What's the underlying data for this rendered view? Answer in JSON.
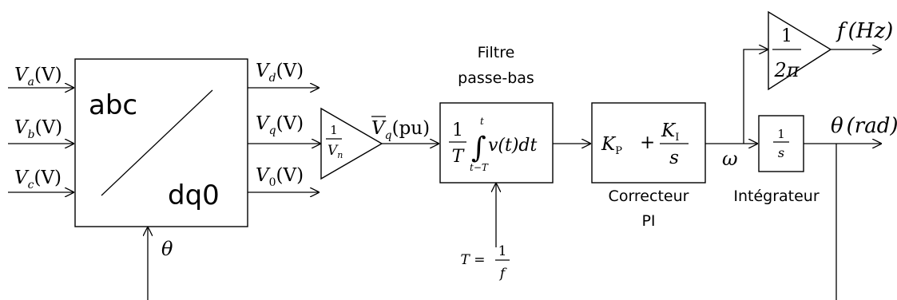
{
  "inputs": {
    "va": {
      "main": "V",
      "sub": "a",
      "unit": "(V)"
    },
    "vb": {
      "main": "V",
      "sub": "b",
      "unit": "(V)"
    },
    "vc": {
      "main": "V",
      "sub": "c",
      "unit": "(V)"
    }
  },
  "park_block": {
    "top_label": "abc",
    "bottom_label": "dq0"
  },
  "theta_in": "θ",
  "outputs": {
    "vd": {
      "main": "V",
      "sub": "d",
      "unit": "(V)"
    },
    "vq": {
      "main": "V",
      "sub": "q",
      "unit": "(V)"
    },
    "v0": {
      "main": "V",
      "sub": "0",
      "unit": "(V)"
    }
  },
  "gain_vn": {
    "num": "1",
    "den_main": "V",
    "den_sub": "n"
  },
  "vq_pu": {
    "main": "V",
    "sub": "q",
    "unit": "(pu)"
  },
  "filter": {
    "title_line1": "Filtre",
    "title_line2": "passe-bas",
    "frac_num": "1",
    "frac_den": "T",
    "upper_limit": "t",
    "lower_limit": "t−T",
    "integral": "∫",
    "integrand": "v(t)dt",
    "param_lhs": "T =",
    "param_num": "1",
    "param_den": "f"
  },
  "pi": {
    "kp_main": "K",
    "kp_sub": "P",
    "plus": "+",
    "ki_main": "K",
    "ki_sub": "I",
    "s": "s",
    "caption_line1": "Correcteur",
    "caption_line2": "PI"
  },
  "omega": "ω",
  "gain_2pi": {
    "num": "1",
    "den": "2π"
  },
  "freq_out": {
    "f": "f",
    "unit": "(Hz)"
  },
  "integrator": {
    "num": "1",
    "den": "s",
    "caption": "Intégrateur"
  },
  "theta_out": {
    "theta": "θ",
    "unit": "(rad)"
  }
}
